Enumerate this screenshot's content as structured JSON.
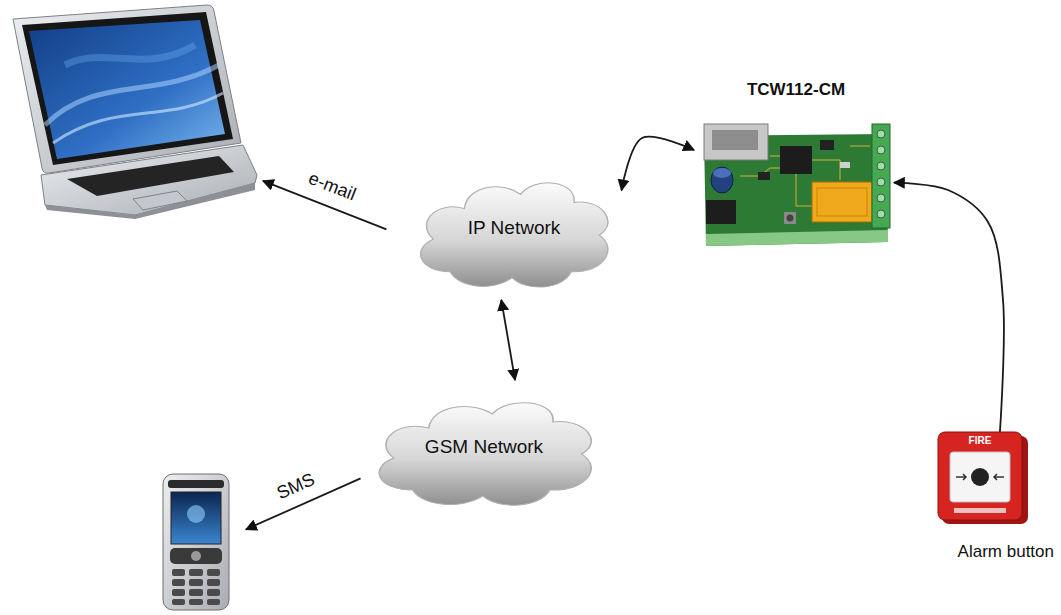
{
  "diagram": {
    "nodes": [
      {
        "text": []
      },
      {
        "text": [
          "IP Network"
        ]
      },
      {
        "text": [
          "TCW112-CM"
        ]
      },
      {
        "text": [
          "GSM Network"
        ]
      },
      {
        "text": []
      },
      {
        "text": [
          "FIRE",
          "Alarm button"
        ]
      }
    ],
    "edges": [
      {
        "from": 1,
        "to": 0,
        "arrow": "to",
        "label": "e-mail"
      },
      {
        "from": 2,
        "to": 1,
        "arrow": "both"
      },
      {
        "from": 1,
        "to": 3,
        "arrow": "both"
      },
      {
        "from": 3,
        "to": 4,
        "arrow": "to",
        "label": "SMS"
      },
      {
        "from": 5,
        "to": 2,
        "arrow": "to"
      }
    ]
  }
}
